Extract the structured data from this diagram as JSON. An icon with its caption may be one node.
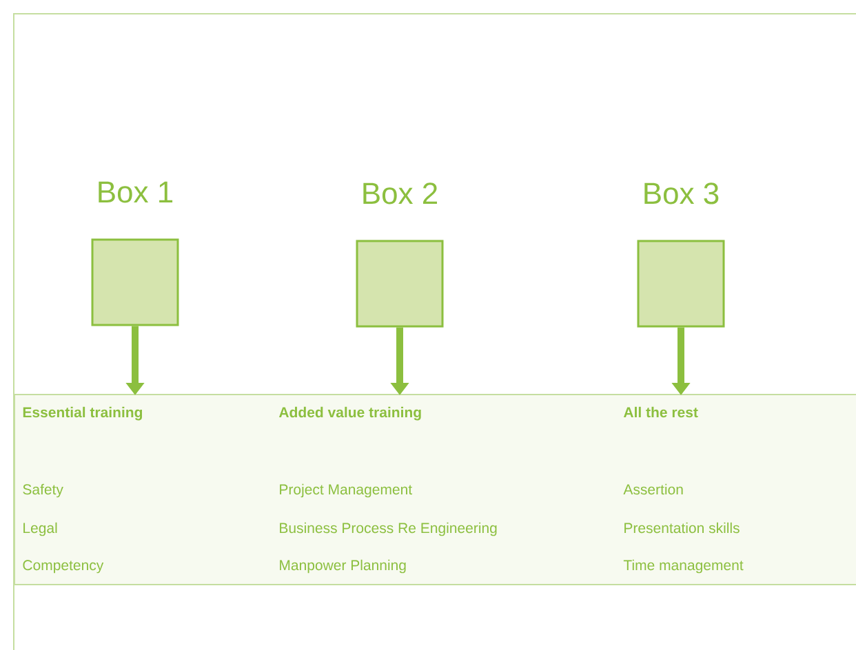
{
  "diagram": {
    "nodes": [
      {
        "text": [
          "Box 1"
        ]
      },
      {
        "text": [
          "Box 2"
        ]
      },
      {
        "text": [
          "Box 3"
        ]
      },
      {
        "text": [],
        "shape": "box"
      },
      {
        "text": [
          "Essential training",
          "Safety",
          "Legal",
          "Competency"
        ],
        "in": 3
      },
      {
        "text": [
          "Added value training",
          "Project Management",
          "Business Process Re Engineering",
          "Manpower Planning"
        ],
        "in": 3
      },
      {
        "text": [
          "All the rest",
          "Assertion",
          "Presentation skills",
          "Time management"
        ],
        "in": 3
      }
    ],
    "edges": [
      {
        "from": 0,
        "to": 4,
        "arrow": "to"
      },
      {
        "from": 1,
        "to": 5,
        "arrow": "to"
      },
      {
        "from": 2,
        "to": 6,
        "arrow": "to"
      }
    ]
  }
}
